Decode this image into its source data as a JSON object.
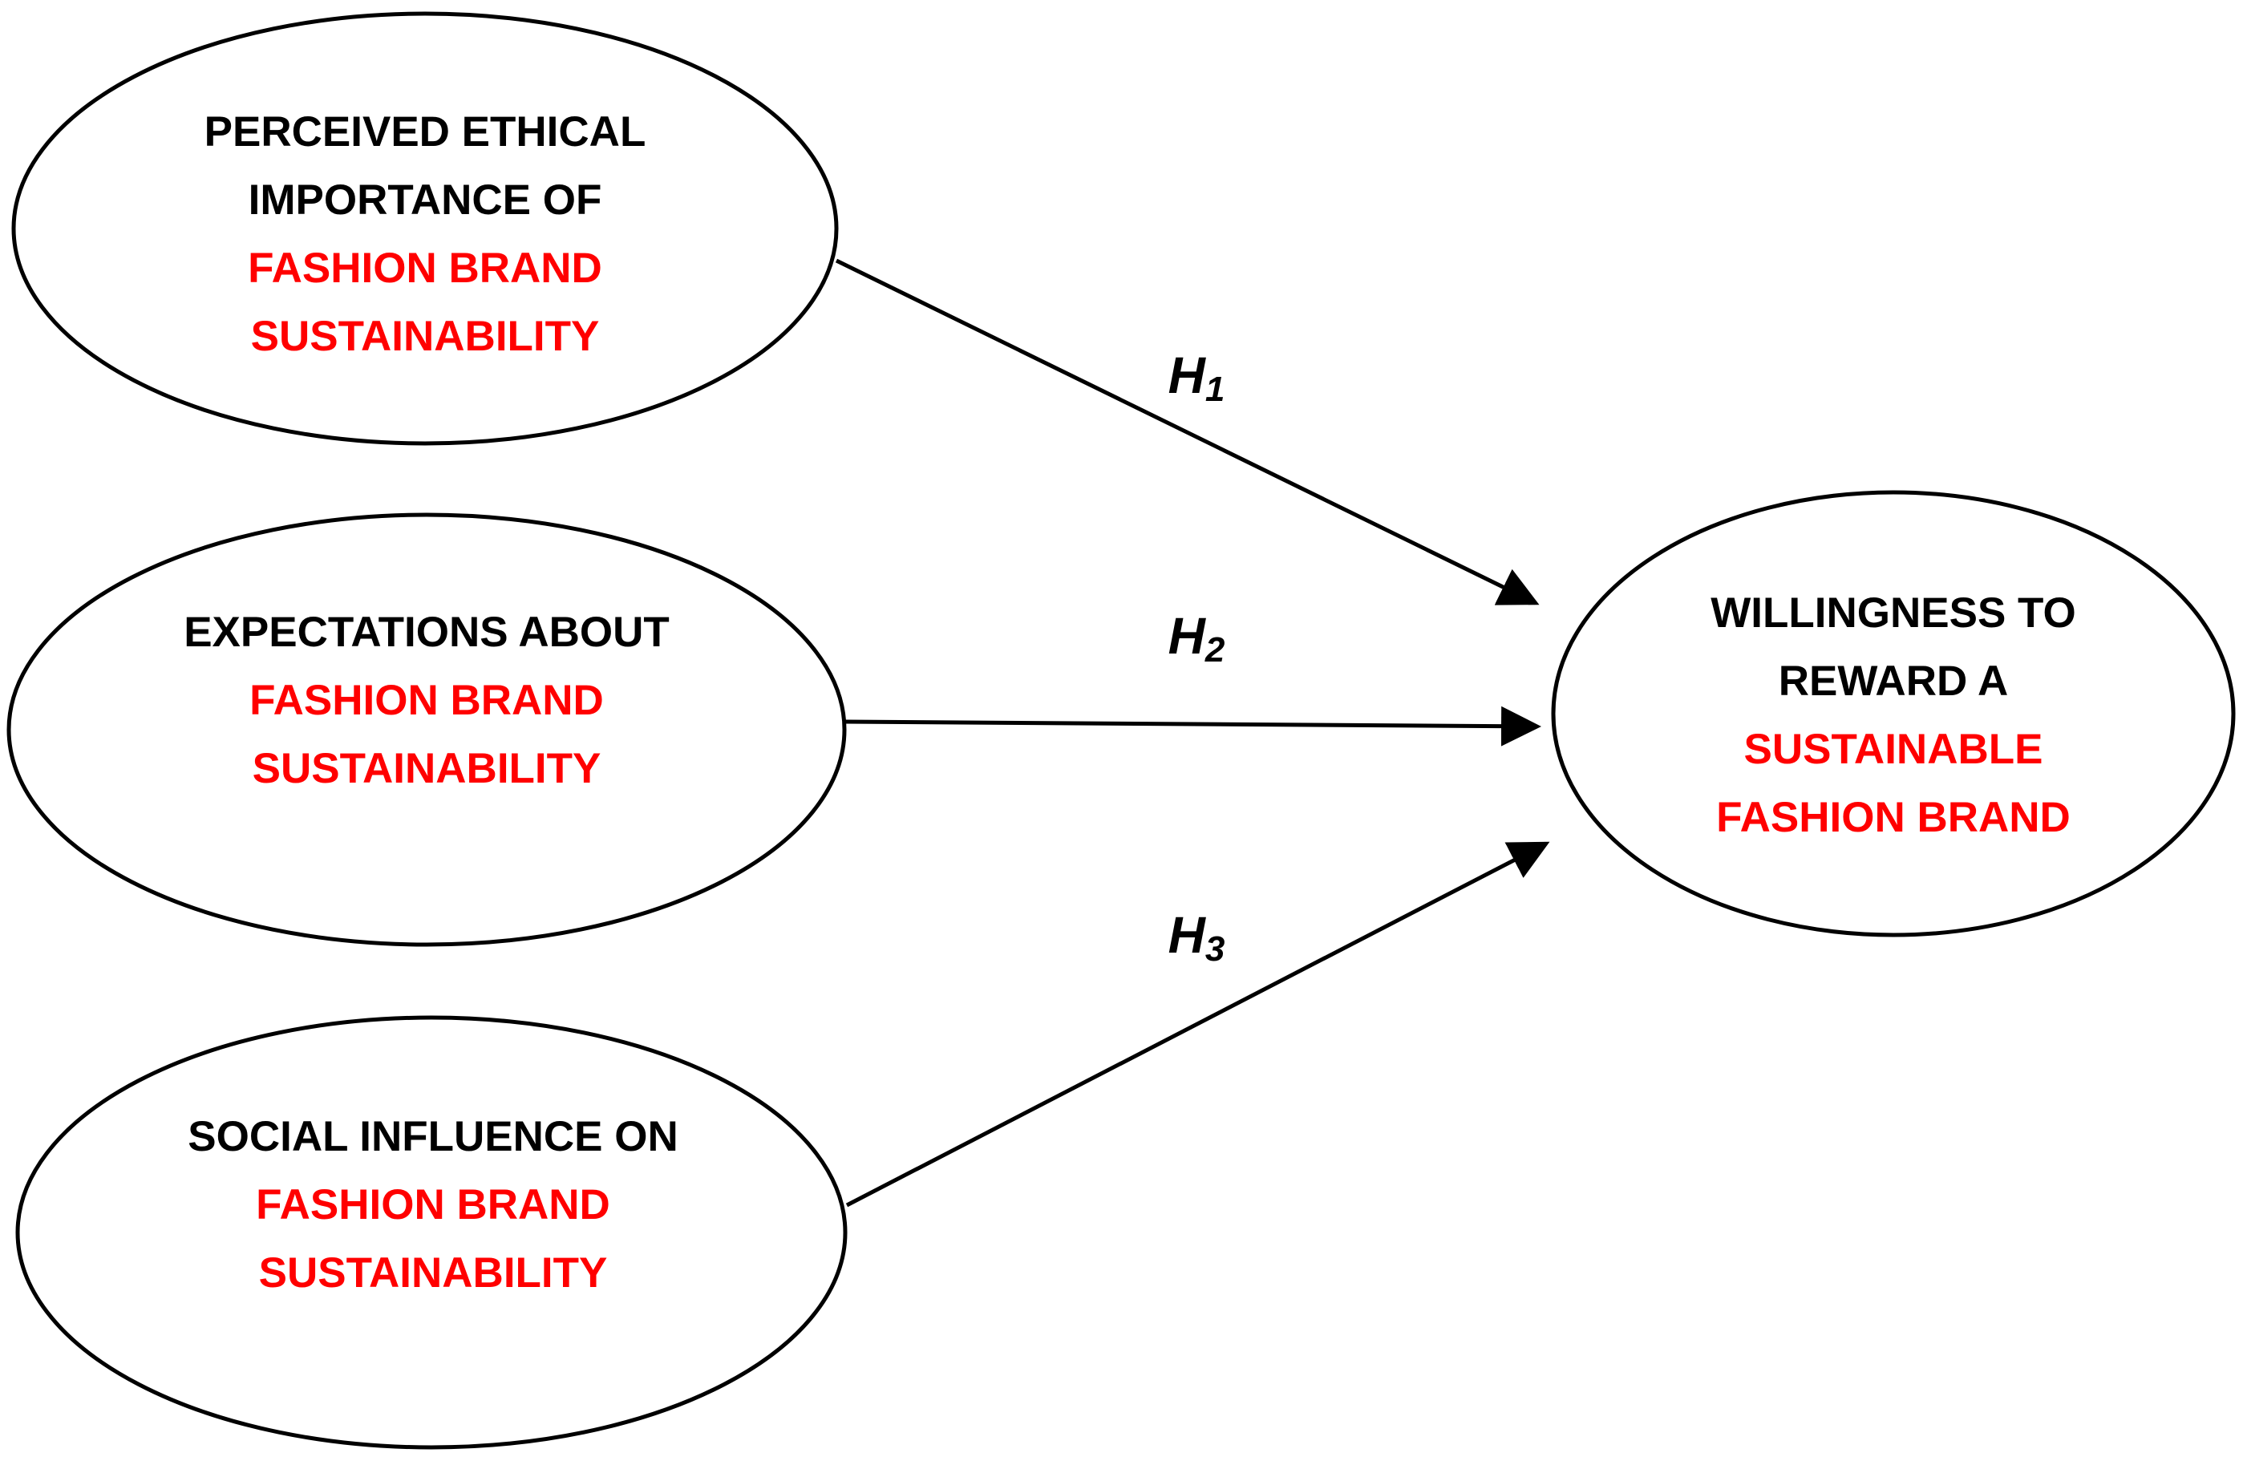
{
  "colors": {
    "text": "#000000",
    "highlight": "#ff0000",
    "stroke": "#000000"
  },
  "nodes": {
    "perceived": {
      "lines": [
        {
          "text": "PERCEIVED ETHICAL",
          "highlight": false
        },
        {
          "text": "IMPORTANCE OF",
          "highlight": false
        },
        {
          "text": "FASHION BRAND",
          "highlight": true
        },
        {
          "text": "SUSTAINABILITY",
          "highlight": true
        }
      ]
    },
    "expectations": {
      "lines": [
        {
          "text": "EXPECTATIONS ABOUT",
          "highlight": false
        },
        {
          "text": "FASHION BRAND",
          "highlight": true
        },
        {
          "text": "SUSTAINABILITY",
          "highlight": true
        }
      ]
    },
    "social": {
      "lines": [
        {
          "text": "SOCIAL INFLUENCE ON",
          "highlight": false
        },
        {
          "text": "FASHION BRAND",
          "highlight": true
        },
        {
          "text": "SUSTAINABILITY",
          "highlight": true
        }
      ]
    },
    "willingness": {
      "lines": [
        {
          "text": "WILLINGNESS TO",
          "highlight": false
        },
        {
          "text": "REWARD A",
          "highlight": false
        },
        {
          "text": "SUSTAINABLE",
          "highlight": true
        },
        {
          "text": "FASHION BRAND",
          "highlight": true
        }
      ]
    }
  },
  "hypotheses": {
    "h1": {
      "letter": "H",
      "sub": "1"
    },
    "h2": {
      "letter": "H",
      "sub": "2"
    },
    "h3": {
      "letter": "H",
      "sub": "3"
    }
  }
}
